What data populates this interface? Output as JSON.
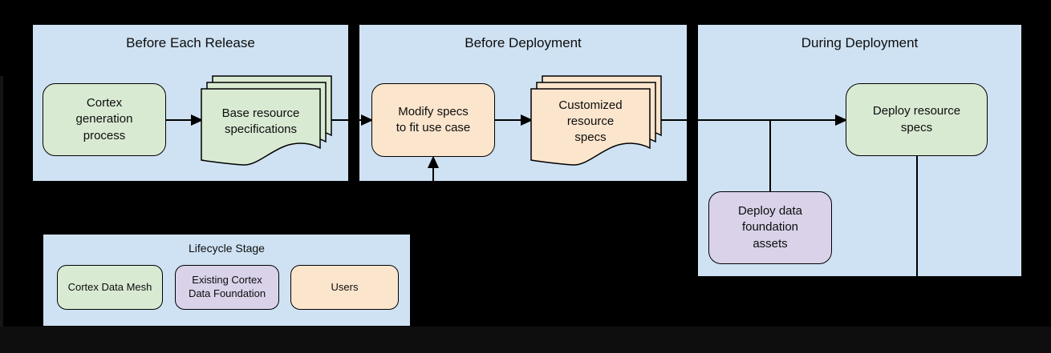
{
  "panels": {
    "before_each_release": {
      "title": "Before Each Release"
    },
    "before_deployment": {
      "title": "Before Deployment"
    },
    "during_deployment": {
      "title": "During Deployment"
    }
  },
  "nodes": {
    "cortex_generation_process": {
      "label": "Cortex\ngeneration\nprocess",
      "type": "cortex-data-mesh"
    },
    "base_resource_specifications": {
      "label": "Base resource\nspecifications",
      "type": "cortex-data-mesh"
    },
    "modify_specs": {
      "label": "Modify specs\nto fit use case",
      "type": "users"
    },
    "customized_resource_specs": {
      "label": "Customized\nresource\nspecs",
      "type": "users"
    },
    "deploy_resource_specs": {
      "label": "Deploy resource\nspecs",
      "type": "cortex-data-mesh"
    },
    "deploy_data_foundation_assets": {
      "label": "Deploy data\nfoundation\nassets",
      "type": "existing-cortex-data-foundation"
    }
  },
  "legend": {
    "title": "Lifecycle Stage",
    "items": [
      {
        "label": "Cortex Data Mesh",
        "color": "#d9ead3"
      },
      {
        "label": "Existing Cortex\nData Foundation",
        "color": "#d9d2e9"
      },
      {
        "label": "Users",
        "color": "#fce5cd"
      }
    ]
  },
  "colors": {
    "panel_background": "#cfe2f3",
    "cortex_data_mesh": "#d9ead3",
    "existing_cortex_data_foundation": "#d9d2e9",
    "users": "#fce5cd",
    "connector": "#000000",
    "page_background": "#000000"
  }
}
